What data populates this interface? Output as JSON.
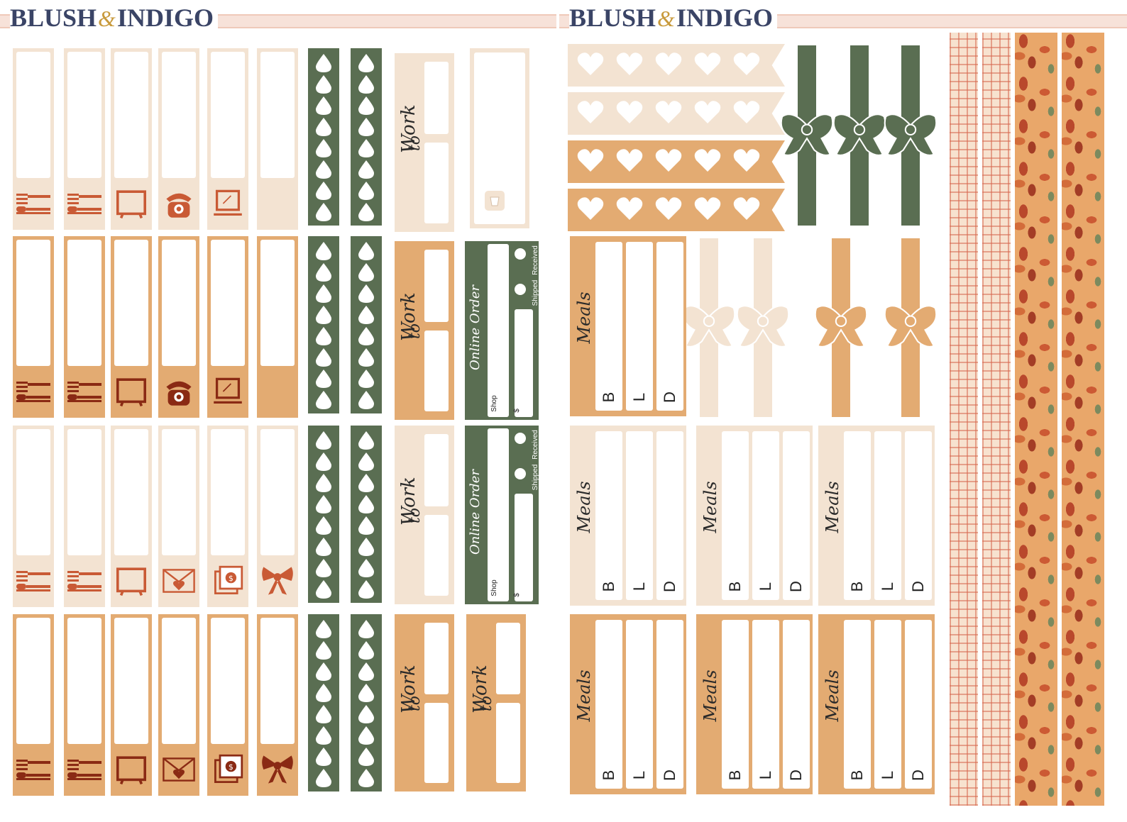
{
  "brand": {
    "left_word": "BLUSH",
    "amp": "&",
    "right_word": "INDIGO"
  },
  "labels": {
    "work": "Work",
    "to": "to",
    "meals": "Meals",
    "online_order": "Online Order",
    "shop": "Shop",
    "dollar": "$",
    "received": "Received",
    "shipped": "Shipped",
    "b": "B",
    "l": "L",
    "d": "D"
  },
  "colors": {
    "cream": "#f3e3d2",
    "tan": "#e3ab72",
    "green": "#5a6e52",
    "rust": "#c95a35",
    "brand_navy": "#3a4466",
    "blush": "#f7e2d9"
  },
  "icons": [
    "utensils-icon",
    "tv-icon",
    "telephone-icon",
    "laptop-icon",
    "envelope-heart-icon",
    "money-icon",
    "bow-icon",
    "heart-icon",
    "teardrop-icon",
    "coffee-cup-icon"
  ]
}
